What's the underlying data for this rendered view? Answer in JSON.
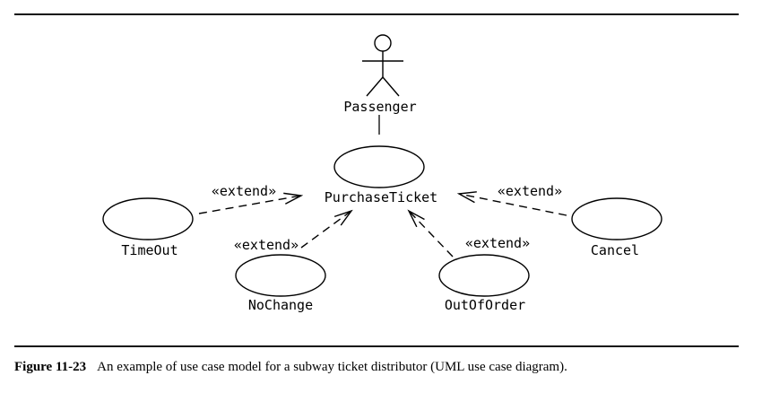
{
  "diagram": {
    "actor": {
      "label": "Passenger"
    },
    "use_cases": {
      "main": "PurchaseTicket",
      "timeout": "TimeOut",
      "nochange": "NoChange",
      "outoforder": "OutOfOrder",
      "cancel": "Cancel"
    },
    "relations": {
      "timeout_extend": "«extend»",
      "nochange_extend": "«extend»",
      "outoforder_extend": "«extend»",
      "cancel_extend": "«extend»"
    }
  },
  "caption": {
    "label": "Figure 11-23",
    "text": "An example of use case model for a subway ticket distributor (UML use case diagram)."
  }
}
